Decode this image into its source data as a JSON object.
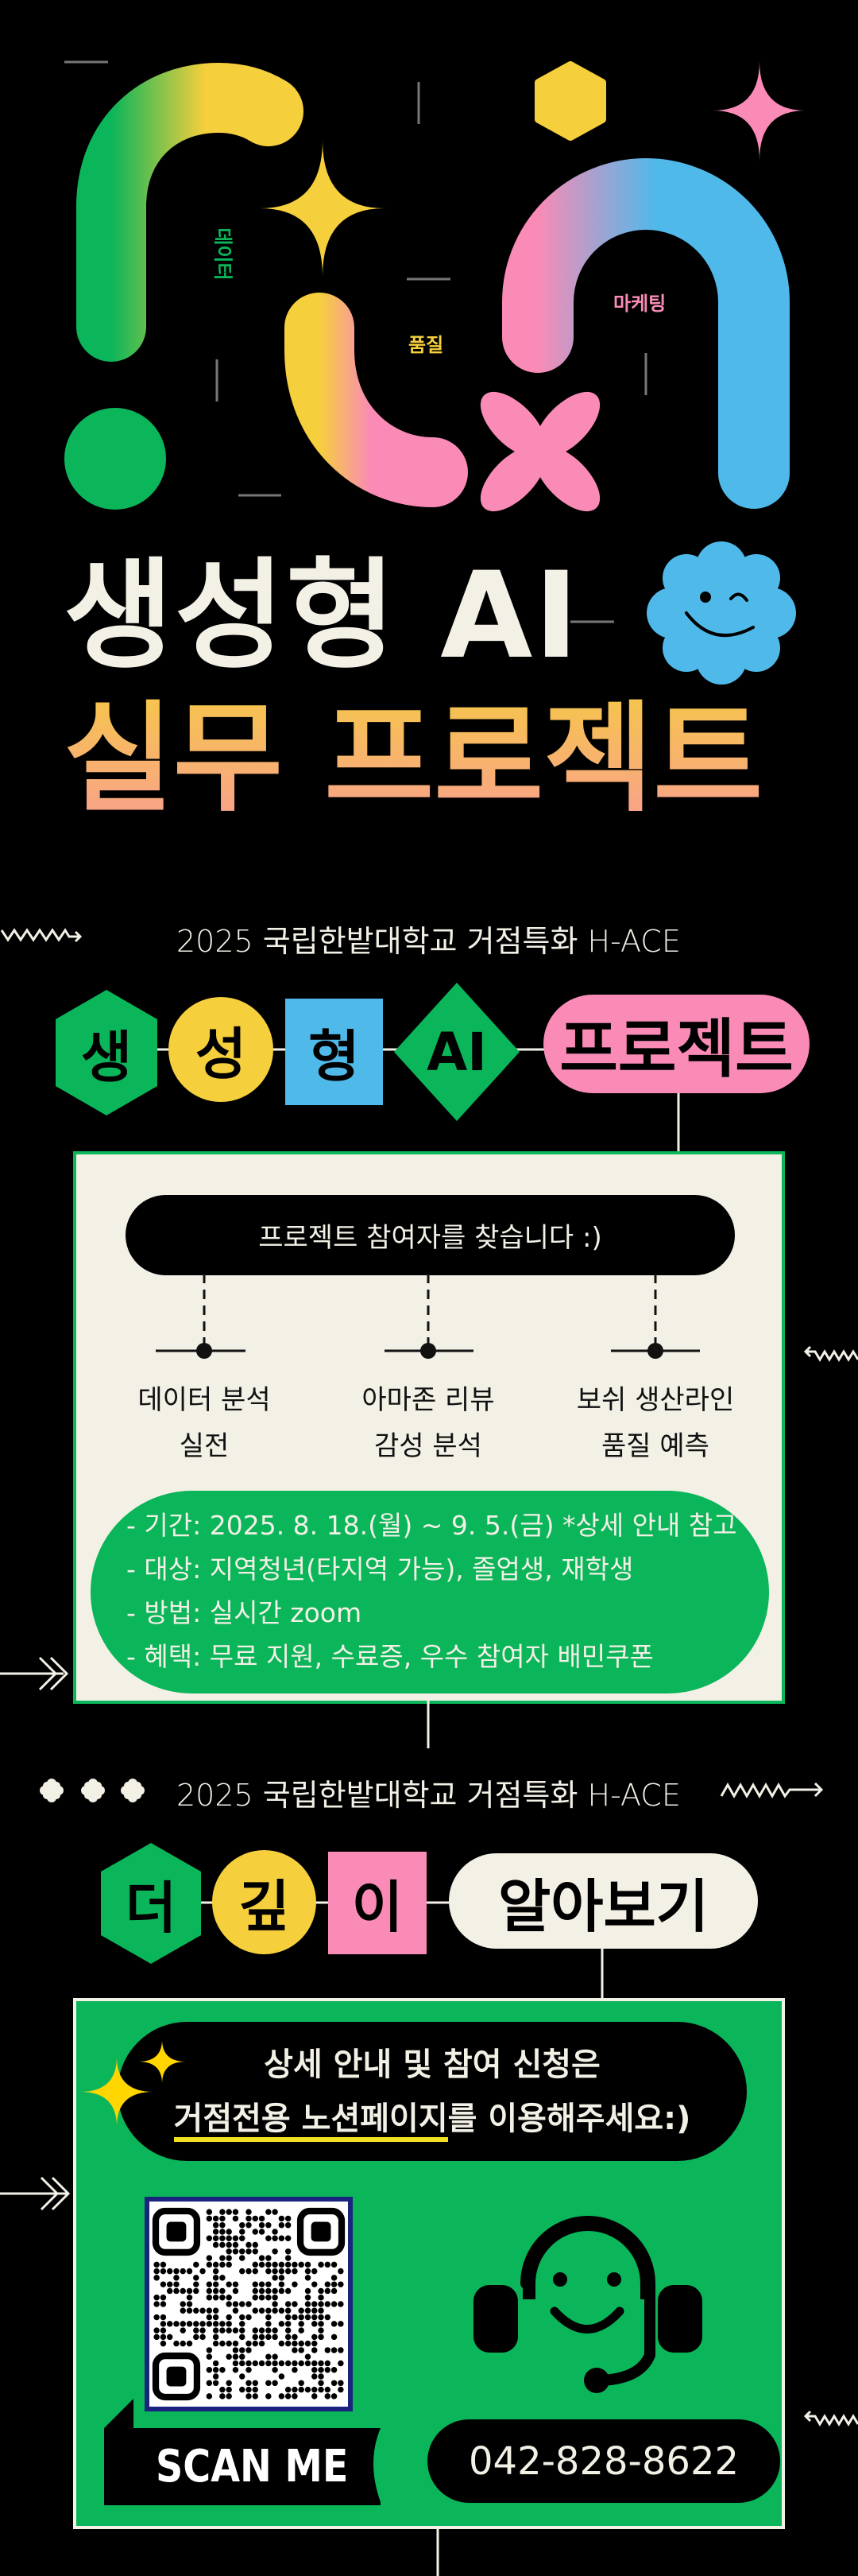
{
  "hero": {
    "tags": {
      "data": "데이터",
      "quality": "품질",
      "marketing": "마케팅"
    },
    "title_line1": "생성형 AI",
    "title_line2": "실무 프로젝트"
  },
  "section1": {
    "subtitle": "2025 국립한밭대학교 거점특화 H-ACE",
    "chips": [
      "생",
      "성",
      "형",
      "AI",
      "프로젝트"
    ],
    "banner": "프로젝트 참여자를 찾습니다 :)",
    "projects": [
      {
        "line1": "데이터 분석",
        "line2": "실전"
      },
      {
        "line1": "아마존 리뷰",
        "line2": "감성 분석"
      },
      {
        "line1": "보쉬 생산라인",
        "line2": "품질 예측"
      }
    ],
    "details": [
      "- 기간: 2025. 8. 18.(월) ~ 9. 5.(금) *상세 안내 참고",
      "- 대상: 지역청년(타지역 가능), 졸업생, 재학생",
      "- 방법: 실시간 zoom",
      "- 혜택: 무료 지원, 수료증, 우수 참여자 배민쿠폰"
    ]
  },
  "section2": {
    "subtitle": "2025 국립한밭대학교 거점특화 H-ACE",
    "chips": [
      "더",
      "깊",
      "이",
      "알아보기"
    ],
    "notice_line1": "상세 안내 및 참여 신청은",
    "notice_line2_highlight": "거점전용 노션페이지",
    "notice_line2_rest": "를 이용해주세요:)",
    "scan_label": "SCAN ME",
    "phone": "042-828-8622"
  },
  "colors": {
    "green": "#0bb55a",
    "yellow": "#f6cf3d",
    "pink": "#f98bb6",
    "blue": "#4fb9ea",
    "cream": "#f3f0e6",
    "background": "#000000"
  }
}
